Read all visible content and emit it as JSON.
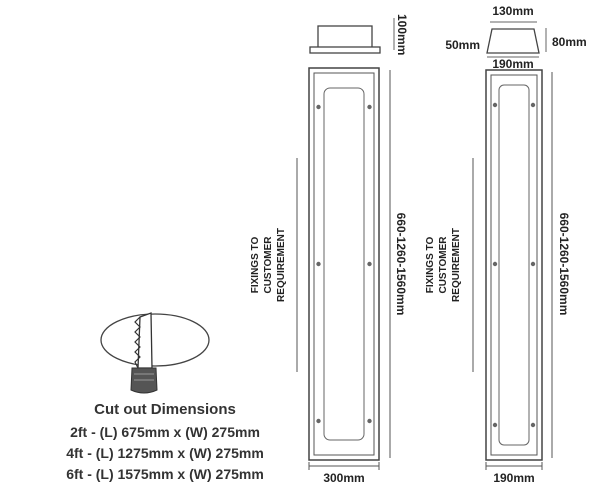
{
  "left_fitting": {
    "height_label": "100mm",
    "length_label": "660-1260-1560mm",
    "width_label": "300mm",
    "fixings_lines": [
      "FIXINGS TO",
      "CUSTOMER",
      "REQUIREMENT"
    ]
  },
  "right_fitting": {
    "top_width_label": "130mm",
    "side_left_label": "50mm",
    "side_right_label": "80mm",
    "base_width_label": "190mm",
    "length_label": "660-1260-1560mm",
    "width_label": "190mm",
    "fixings_lines": [
      "FIXINGS TO",
      "CUSTOMER",
      "REQUIREMENT"
    ]
  },
  "cutout": {
    "title": "Cut out Dimensions",
    "lines": [
      "2ft - (L) 675mm x (W) 275mm",
      "4ft - (L) 1275mm x (W) 275mm",
      "6ft - (L) 1575mm x (W) 275mm"
    ]
  },
  "icons": {
    "saw": "saw-cutout-icon"
  }
}
